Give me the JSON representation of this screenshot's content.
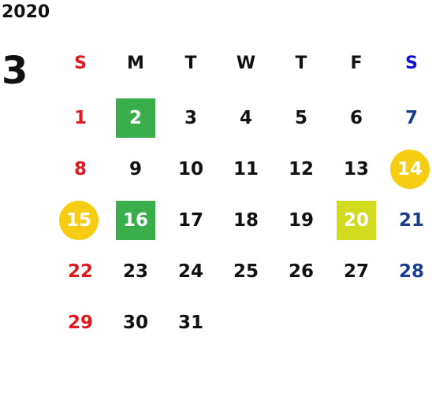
{
  "calendar": {
    "year": "2020",
    "month": "3",
    "weekdays": [
      "S",
      "M",
      "T",
      "W",
      "T",
      "F",
      "S"
    ],
    "days": [
      "",
      "1",
      "2",
      "3",
      "4",
      "5",
      "6",
      "7",
      "8",
      "9",
      "10",
      "11",
      "12",
      "13",
      "14",
      "15",
      "16",
      "17",
      "18",
      "19",
      "20",
      "21",
      "22",
      "23",
      "24",
      "25",
      "26",
      "27",
      "28",
      "29",
      "30",
      "31"
    ]
  },
  "colors": {
    "sunday": "#e0191e",
    "saturday": "#1b3e8f",
    "saturday_header": "#1010d0",
    "highlight_green": "#3aae4b",
    "highlight_lime": "#d2dc1e",
    "highlight_yellow_circle": "#f7cd14"
  }
}
